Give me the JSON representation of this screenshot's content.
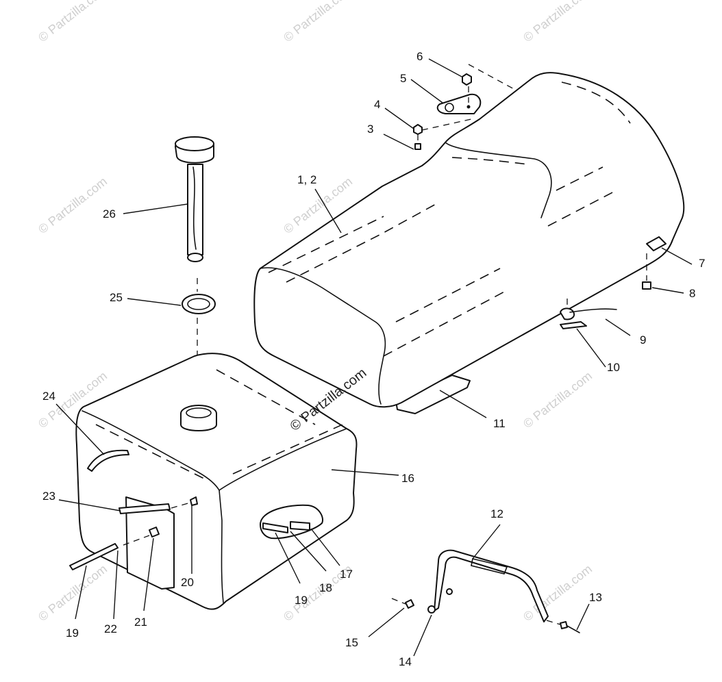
{
  "watermark": {
    "text": "© Partzilla.com",
    "repeated_text": "© Partzilla.com"
  },
  "callouts": [
    {
      "id": "c1",
      "label": "1, 2"
    },
    {
      "id": "c3",
      "label": "3"
    },
    {
      "id": "c4",
      "label": "4"
    },
    {
      "id": "c5",
      "label": "5"
    },
    {
      "id": "c6",
      "label": "6"
    },
    {
      "id": "c7",
      "label": "7"
    },
    {
      "id": "c8",
      "label": "8"
    },
    {
      "id": "c9",
      "label": "9"
    },
    {
      "id": "c10",
      "label": "10"
    },
    {
      "id": "c11",
      "label": "11"
    },
    {
      "id": "c12",
      "label": "12"
    },
    {
      "id": "c13",
      "label": "13"
    },
    {
      "id": "c14",
      "label": "14"
    },
    {
      "id": "c15",
      "label": "15"
    },
    {
      "id": "c16",
      "label": "16"
    },
    {
      "id": "c17",
      "label": "17"
    },
    {
      "id": "c18",
      "label": "18"
    },
    {
      "id": "c19a",
      "label": "19"
    },
    {
      "id": "c19b",
      "label": "19"
    },
    {
      "id": "c20",
      "label": "20"
    },
    {
      "id": "c21",
      "label": "21"
    },
    {
      "id": "c22",
      "label": "22"
    },
    {
      "id": "c23",
      "label": "23"
    },
    {
      "id": "c24",
      "label": "24"
    },
    {
      "id": "c25",
      "label": "25"
    },
    {
      "id": "c26",
      "label": "26"
    }
  ]
}
